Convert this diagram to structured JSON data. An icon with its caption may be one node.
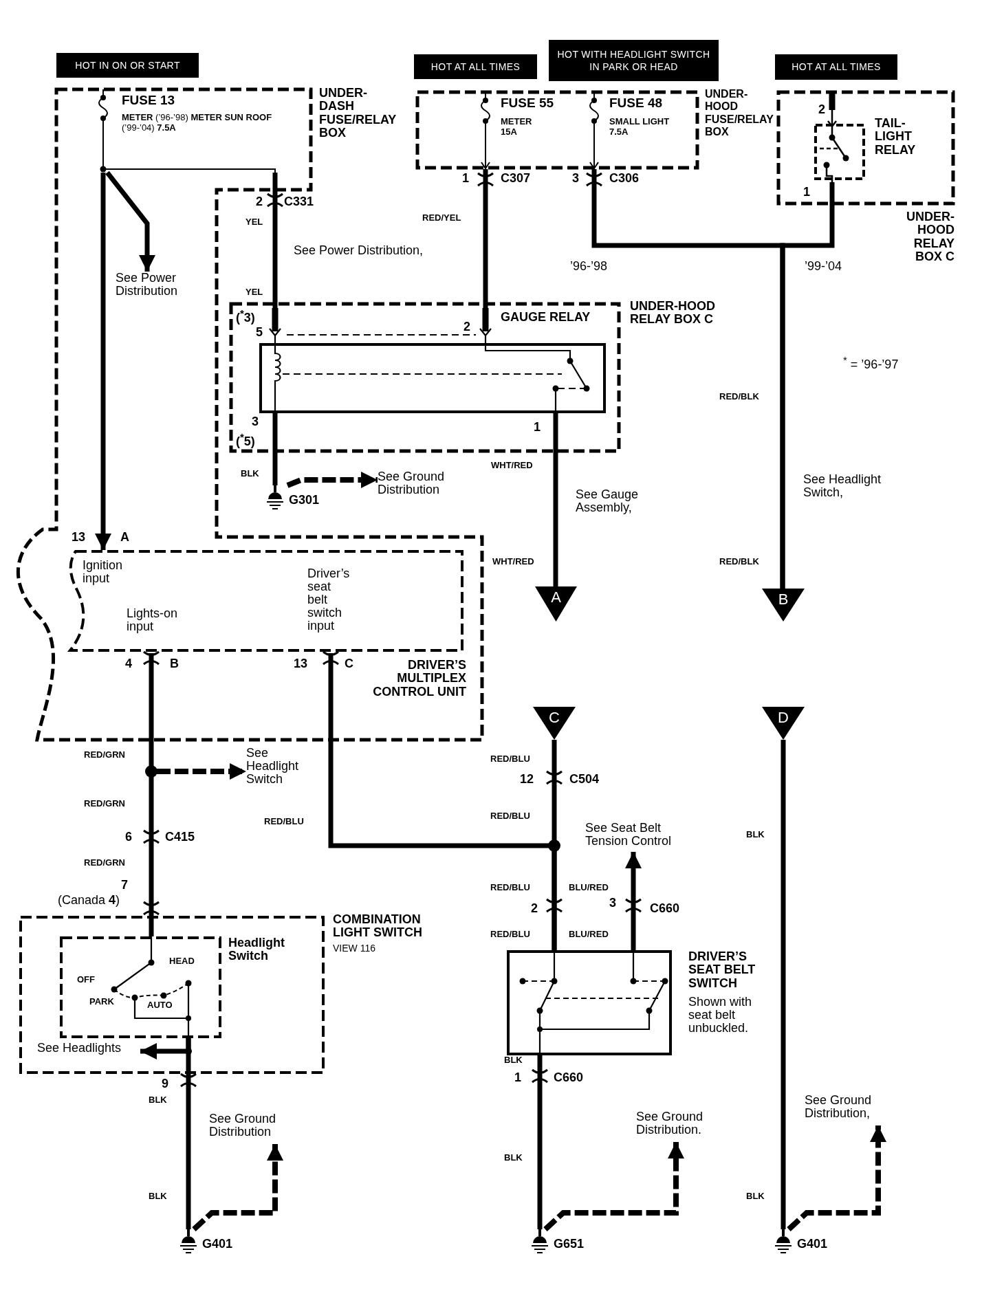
{
  "diagram": {
    "nodes": [
      {
        "text": [
          "HOT IN ON OR START"
        ]
      },
      {
        "text": [
          "HOT AT ALL TIMES"
        ]
      },
      {
        "text": [
          "HOT WITH HEADLIGHT SWITCH IN PARK OR HEAD"
        ]
      },
      {
        "text": [
          "HOT AT ALL TIMES"
        ]
      },
      {
        "text": [
          "UNDER-DASH FUSE/RELAY BOX"
        ]
      },
      {
        "text": [
          "FUSE 13",
          "**METER** (’96-’98) **METER SUN ROOF** (’99-’04) **7.5A**"
        ],
        "in": 4
      },
      {
        "text": [
          "UNDER-HOOD FUSE/RELAY BOX"
        ]
      },
      {
        "text": [
          "FUSE 55",
          "METER 15A"
        ],
        "in": 6
      },
      {
        "text": [
          "FUSE 48",
          "SMALL LIGHT 7.5A"
        ],
        "in": 6
      },
      {
        "text": [
          "UNDER-HOOD RELAY BOX C"
        ]
      },
      {
        "text": [
          "TAIL-LIGHT RELAY"
        ],
        "in": 9
      },
      {
        "text": [
          "See Power Distribution"
        ]
      },
      {
        "text": [
          "UNDER-HOOD RELAY BOX C"
        ]
      },
      {
        "text": [
          "GAUGE RELAY"
        ],
        "in": 12
      },
      {
        "text": [
          "G301"
        ]
      },
      {
        "text": [
          "See Ground Distribution"
        ]
      },
      {
        "text": [
          "A"
        ]
      },
      {
        "text": [
          "B"
        ]
      },
      {
        "text": [
          "Ignition input",
          "Lights-on input",
          "Driver’s seat belt switch input"
        ],
        "beside": [
          "DRIVER’S MULTIPLEX CONTROL UNIT"
        ]
      },
      {
        "text": [
          "See Headlight Switch"
        ]
      },
      {
        "text": [
          "COMBINATION LIGHT SWITCH",
          "VIEW 116"
        ]
      },
      {
        "text": [
          "Headlight Switch"
        ],
        "in": 20
      },
      {
        "text": [
          "See Headlights"
        ],
        "in": 20
      },
      {
        "text": [
          "G401"
        ]
      },
      {
        "text": [
          "See Ground Distribution"
        ]
      },
      {
        "text": [
          "C"
        ]
      },
      {
        "text": [
          "D"
        ]
      },
      {
        "text": [
          "DRIVER’S SEAT BELT SWITCH",
          "Shown with seat belt unbuckled."
        ]
      },
      {
        "text": [
          "G651"
        ]
      },
      {
        "text": [
          "See Ground Distribution."
        ]
      },
      {
        "text": [
          "G401"
        ]
      },
      {
        "text": [
          "See Ground Distribution,"
        ]
      },
      {
        "text": [
          "See Seat Belt Tension Control"
        ]
      }
    ],
    "edges": [
      {
        "from": 5,
        "to": 11,
        "arrow": "to"
      },
      {
        "from": 5,
        "to": 13,
        "arrow": "none"
      },
      {
        "from": 5,
        "to": 18,
        "arrow": "to"
      },
      {
        "from": 7,
        "to": 13,
        "arrow": "none"
      },
      {
        "from": 13,
        "to": 14,
        "arrow": "none"
      },
      {
        "from": 14,
        "to": 15,
        "arrow": "to",
        "style": "dashed"
      },
      {
        "from": 13,
        "to": 16,
        "arrow": "none"
      },
      {
        "from": 8,
        "to": 17,
        "arrow": "none"
      },
      {
        "from": 10,
        "to": 17,
        "arrow": "none"
      },
      {
        "from": null,
        "to": 19,
        "arrow": "to",
        "style": "dashed"
      },
      {
        "from": 18,
        "to": 21,
        "arrow": "none"
      },
      {
        "from": 18,
        "to": 27,
        "arrow": "none"
      },
      {
        "from": 25,
        "to": 27,
        "arrow": "none"
      },
      {
        "from": 21,
        "to": 23,
        "arrow": "none"
      },
      {
        "from": 21,
        "to": 22,
        "arrow": "to"
      },
      {
        "from": 23,
        "to": 24,
        "arrow": "to",
        "style": "dashed"
      },
      {
        "from": 27,
        "to": 28,
        "arrow": "none"
      },
      {
        "from": 28,
        "to": 29,
        "arrow": "to",
        "style": "dashed"
      },
      {
        "from": 26,
        "to": 30,
        "arrow": "none"
      },
      {
        "from": 30,
        "to": 31,
        "arrow": "to",
        "style": "dashed"
      },
      {
        "from": 27,
        "to": 32,
        "arrow": "to"
      }
    ],
    "labels": [
      "2",
      "C331",
      "YEL",
      "See Power Distribution,",
      "YEL",
      "1",
      "C307",
      "3",
      "C306",
      "2",
      "1",
      "RED/YEL",
      "’96-’98",
      "’99-’04",
      "($^{*}$3)",
      "5",
      "2",
      "3",
      "($^{*}$5)",
      "1",
      "$^{*}$ = ’96-’97",
      "RED/BLK",
      "BLK",
      "WHT/RED",
      "See Gauge Assembly,",
      "See Headlight Switch,",
      "13",
      "A",
      "WHT/RED",
      "RED/BLK",
      "4",
      "B",
      "13",
      "C",
      "RED/GRN",
      "RED/BLU",
      "12",
      "C504",
      "RED/GRN",
      "RED/BLU",
      "RED/BLU",
      "BLK",
      "6",
      "C415",
      "RED/GRN",
      "RED/BLU",
      "BLU/RED",
      "7",
      "(Canada **4**)",
      "2",
      "3",
      "C660",
      "RED/BLU",
      "BLU/RED",
      "OFF",
      "HEAD",
      "PARK",
      "AUTO",
      "BLK",
      "1",
      "C660",
      "9",
      "BLK",
      "BLK",
      "BLK",
      "BLK"
    ]
  }
}
